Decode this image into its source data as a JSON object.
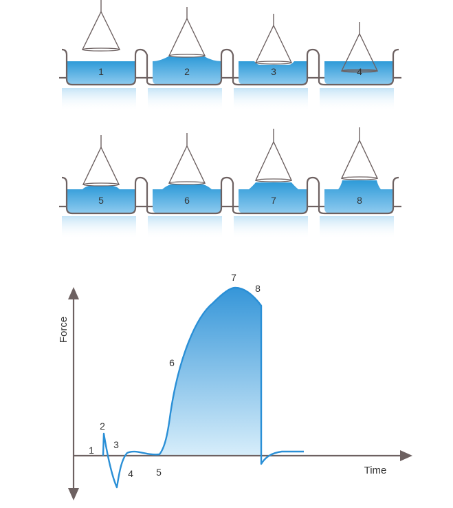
{
  "steps_row1": [
    "1",
    "2",
    "3",
    "4"
  ],
  "steps_row2": [
    "5",
    "6",
    "7",
    "8"
  ],
  "graph": {
    "y_axis_label": "Force",
    "x_axis_label": "Time",
    "point_labels": [
      "1",
      "2",
      "3",
      "4",
      "5",
      "6",
      "7",
      "8"
    ]
  },
  "colors": {
    "water_top": "#2e9ad8",
    "water_bottom": "#8fcbef",
    "outline": "#6d6161",
    "axis": "#6d6161",
    "curve": "#2a8fd6"
  }
}
